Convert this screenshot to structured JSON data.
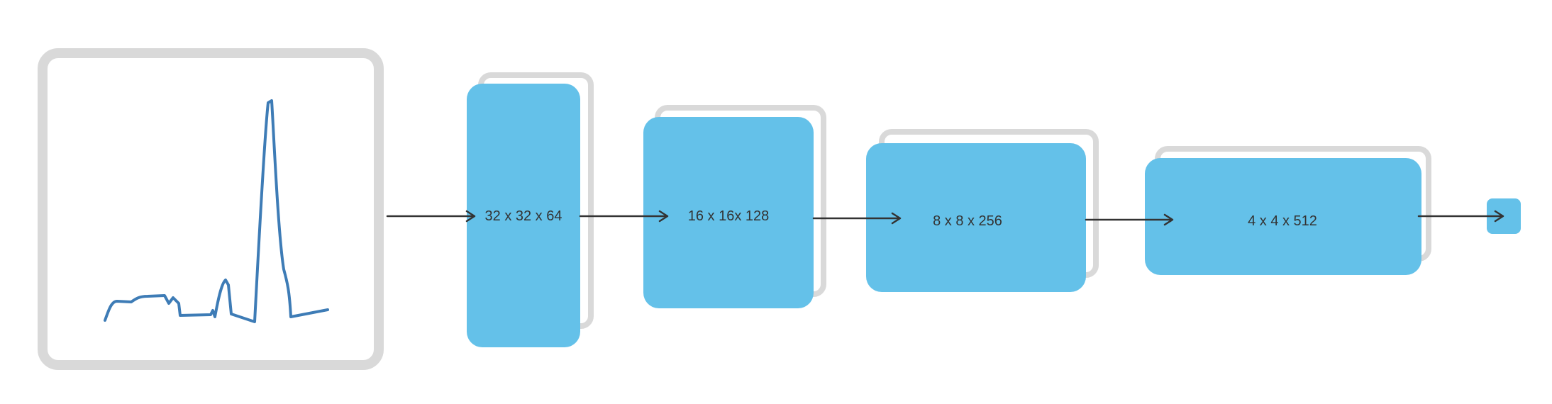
{
  "colors": {
    "block_fill": "#64C1E9",
    "shadow_outline": "#D9D9D9",
    "signal_line": "#3E7CB6",
    "arrow": "#333333",
    "label_text": "#333333",
    "background": "#FFFFFF"
  },
  "input": {
    "icon": "ecg-waveform-icon"
  },
  "layers": [
    {
      "label": "32 x 32 x 64"
    },
    {
      "label": "16 x 16x 128"
    },
    {
      "label": "8 x 8 x 256"
    },
    {
      "label": "4 x 4 x 512"
    }
  ],
  "output": {
    "icon": "output-node"
  }
}
